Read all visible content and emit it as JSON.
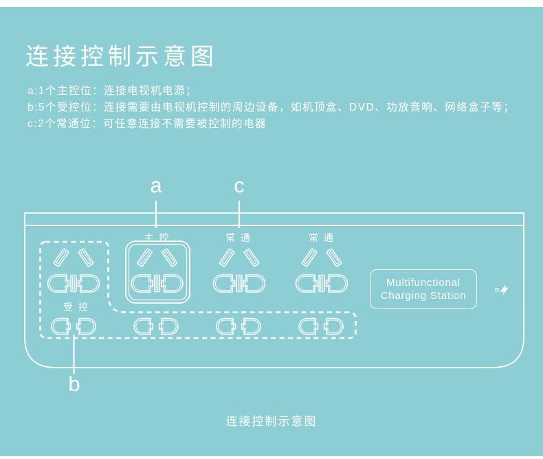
{
  "header": {
    "title": "连接控制示意图"
  },
  "legend": {
    "line_a": "a:1个主控位：连接电视机电源；",
    "line_b": "b:5个受控位：连接需要由电视机控制的周边设备，如机顶盒、DVD、功放音响、网络盒子等；",
    "line_c": "c:2个常通位：可任意连接不需要被控制的电器"
  },
  "diagram": {
    "marker_a": "a",
    "marker_b": "b",
    "marker_c": "c",
    "label_master": "主 控",
    "label_always_on_1": "常 通",
    "label_always_on_2": "常 通",
    "label_controlled": "受 控",
    "charging_station_line1": "Multifunctional",
    "charging_station_line2": "Charging Station",
    "socket_counts": {
      "master": 1,
      "controlled": 5,
      "always_on": 2
    }
  },
  "footer": {
    "caption": "连接控制示意图"
  },
  "colors": {
    "background": "#8dced4",
    "foreground": "#ffffff",
    "page_bars": "#ffffff"
  }
}
